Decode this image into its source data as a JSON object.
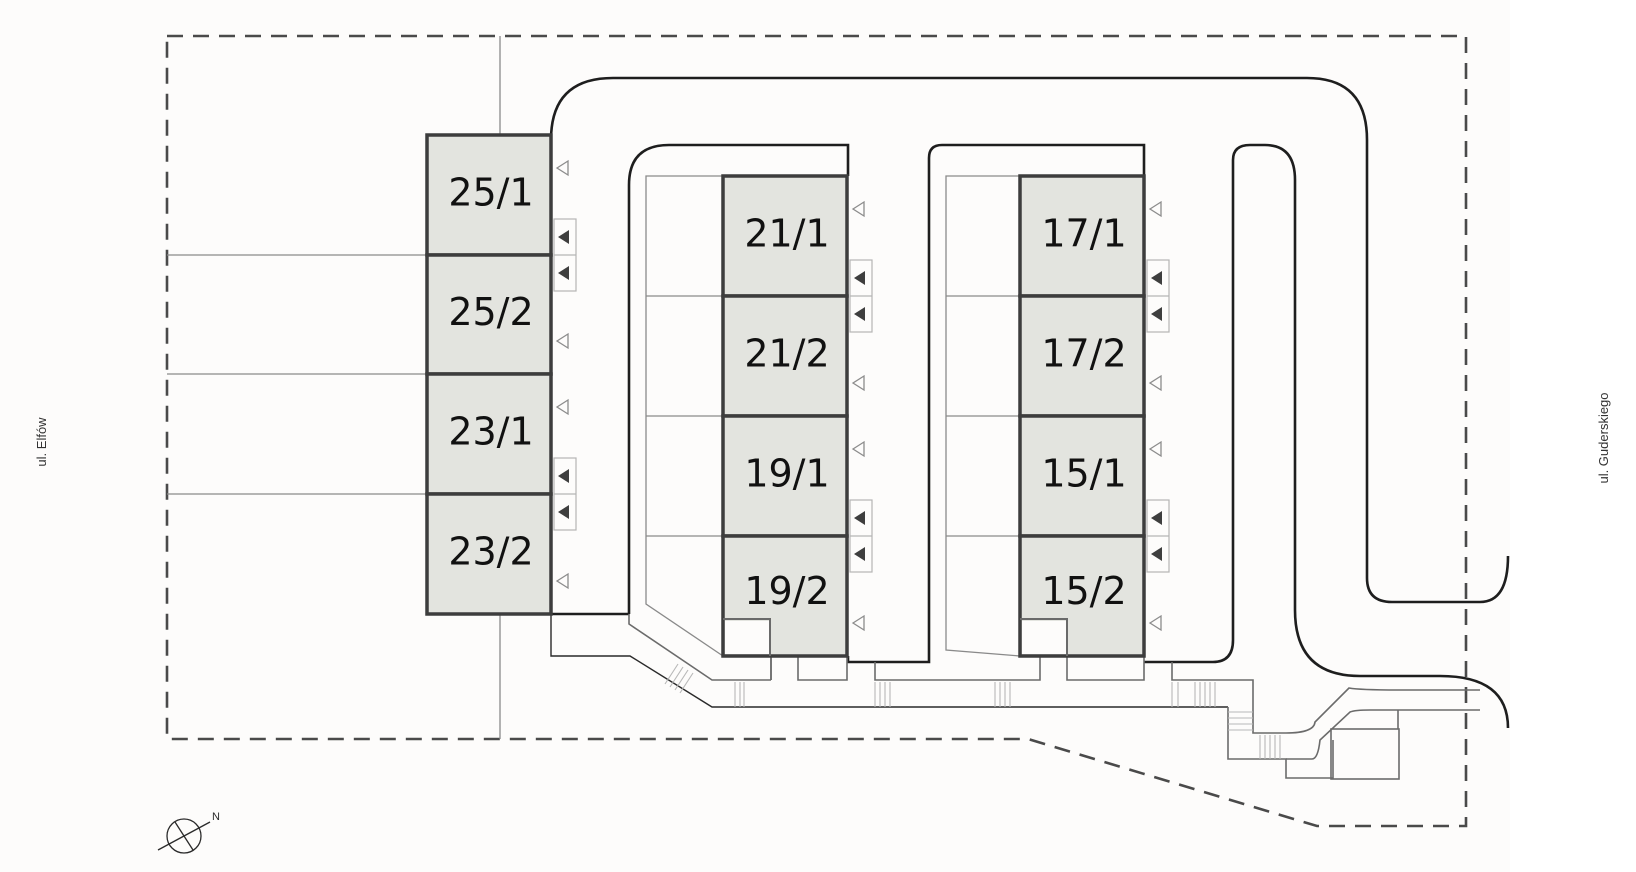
{
  "map": {
    "type": "site-plan",
    "streets": {
      "west": "ul. Elfów",
      "east": "ul. Guderskiego"
    },
    "compass": {
      "label": "N"
    },
    "colors": {
      "unit_fill": "#e3e4df",
      "unit_outline": "#3d3d3d",
      "road": "#1e1e1e",
      "boundary": "#4a4a4a",
      "background": "#fdfcfb"
    },
    "buildings": [
      {
        "name": "building-25-23",
        "units": [
          {
            "id": "25/1",
            "label": "25/1"
          },
          {
            "id": "25/2",
            "label": "25/2"
          },
          {
            "id": "23/1",
            "label": "23/1"
          },
          {
            "id": "23/2",
            "label": "23/2"
          }
        ]
      },
      {
        "name": "building-21-19",
        "units": [
          {
            "id": "21/1",
            "label": "21/1"
          },
          {
            "id": "21/2",
            "label": "21/2"
          },
          {
            "id": "19/1",
            "label": "19/1"
          },
          {
            "id": "19/2",
            "label": "19/2"
          }
        ]
      },
      {
        "name": "building-17-15",
        "units": [
          {
            "id": "17/1",
            "label": "17/1"
          },
          {
            "id": "17/2",
            "label": "17/2"
          },
          {
            "id": "15/1",
            "label": "15/1"
          },
          {
            "id": "15/2",
            "label": "15/2"
          }
        ]
      }
    ],
    "legend_markers": {
      "entrance": "open-triangle-icon",
      "parking": "filled-triangle-icon"
    }
  }
}
